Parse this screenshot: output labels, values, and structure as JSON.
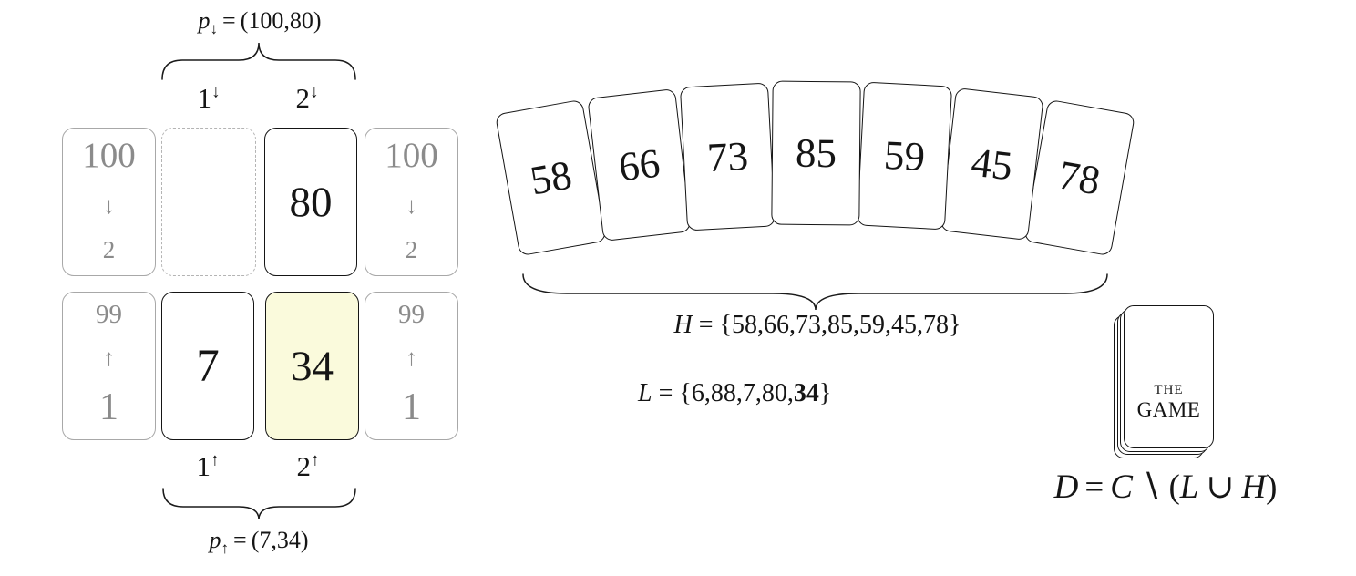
{
  "colors": {
    "highlight_card": "#fafadc",
    "gray_border": "#a8a8a8",
    "gray_text": "#8b8b8b",
    "ink": "#151515"
  },
  "board": {
    "annotation_down": {
      "var": "p",
      "sub": "↓",
      "eq": "=",
      "value": "(100,80)"
    },
    "annotation_up": {
      "var": "p",
      "sub": "↑",
      "eq": "=",
      "value": "(7,34)"
    },
    "col_down_1": {
      "num": "1",
      "arrow": "↓"
    },
    "col_down_2": {
      "num": "2",
      "arrow": "↓"
    },
    "col_up_1": {
      "num": "1",
      "arrow": "↑"
    },
    "col_up_2": {
      "num": "2",
      "arrow": "↑"
    },
    "pile_down": {
      "start": "100",
      "arrow": "↓",
      "count": "2"
    },
    "pile_up": {
      "start": "99",
      "arrow": "↑",
      "count": "1"
    },
    "played_down_2": "80",
    "played_up_1": "7",
    "played_up_2": "34"
  },
  "hand": {
    "cards": [
      "58",
      "66",
      "73",
      "85",
      "59",
      "45",
      "78"
    ],
    "set_h": {
      "var": "H",
      "eq": "=",
      "value": "{58,66,73,85,59,45,78}"
    },
    "set_l": {
      "var": "L",
      "eq": "=",
      "value_start": "{6,88,7,80,",
      "value_bold": "34",
      "value_end": "}"
    }
  },
  "deck": {
    "title_line1": "THE",
    "title_line2": "GAME",
    "formula": {
      "lhs": "D",
      "eq": "=",
      "universe": "C",
      "setminus": "∖",
      "open": "(",
      "low": "L",
      "union": "∪",
      "high": "H",
      "close": ")"
    }
  }
}
